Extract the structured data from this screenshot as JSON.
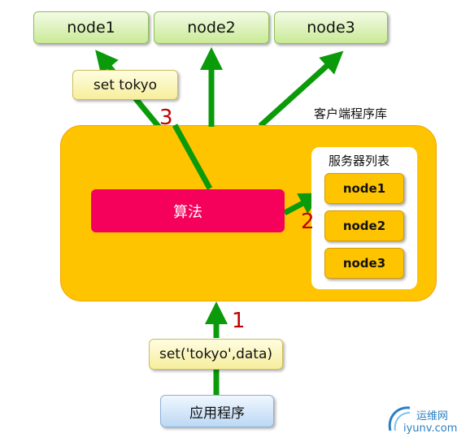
{
  "top_nodes": [
    "node1",
    "node2",
    "node3"
  ],
  "set_tokyo": "set tokyo",
  "client_library_label": "客户端程序库",
  "server_list_title": "服务器列表",
  "server_nodes": [
    "node1",
    "node2",
    "node3"
  ],
  "algorithm": "算法",
  "request": "set('tokyo',data)",
  "application": "应用程序",
  "steps": [
    "1",
    "2",
    "3"
  ],
  "watermark": {
    "name": "运维网",
    "url": "iyunv.com"
  },
  "colors": {
    "arrow": "#0a9a0a",
    "client_library": "#ffc400",
    "algorithm": "#f5005b",
    "step_number": "#c00000"
  }
}
